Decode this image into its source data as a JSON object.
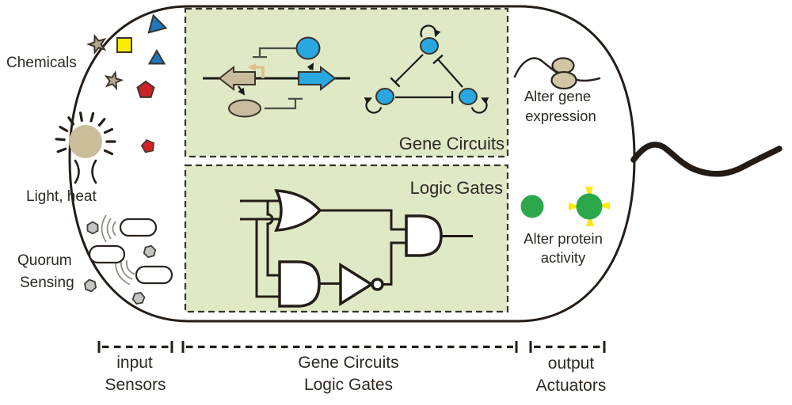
{
  "diagram": {
    "sensors": {
      "chemicals_label": "Chemicals",
      "light_heat_label": "Light, heat",
      "quorum_label_line1": "Quorum",
      "quorum_label_line2": "Sensing"
    },
    "processing": {
      "gene_circuits_label": "Gene Circuits",
      "logic_gates_label": "Logic Gates"
    },
    "actuators": {
      "alter_gene_line1": "Alter gene",
      "alter_gene_line2": "expression",
      "alter_protein_line1": "Alter protein",
      "alter_protein_line2": "activity"
    },
    "brackets": {
      "input_line1": "input",
      "input_line2": "Sensors",
      "middle_line1": "Gene Circuits",
      "middle_line2": "Logic Gates",
      "output_line1": "output",
      "output_line2": "Actuators"
    },
    "colors": {
      "panel_bg": "#dfe9c6",
      "blue": "#29a7e0",
      "triangle_blue": "#2077be",
      "gene_tan": "#c9bc9e",
      "light_blob_tan": "#cbbd9a",
      "promoter_tan": "#e0c08a",
      "yellow": "#f9ee00",
      "red": "#cc2128",
      "protein_green": "#2aa84a",
      "burst_yellow": "#ffe812",
      "molecule_gray": "#c4c4c4",
      "star_tan": "#b3a58e",
      "output_blob_tan": "#d2c5a6"
    }
  }
}
